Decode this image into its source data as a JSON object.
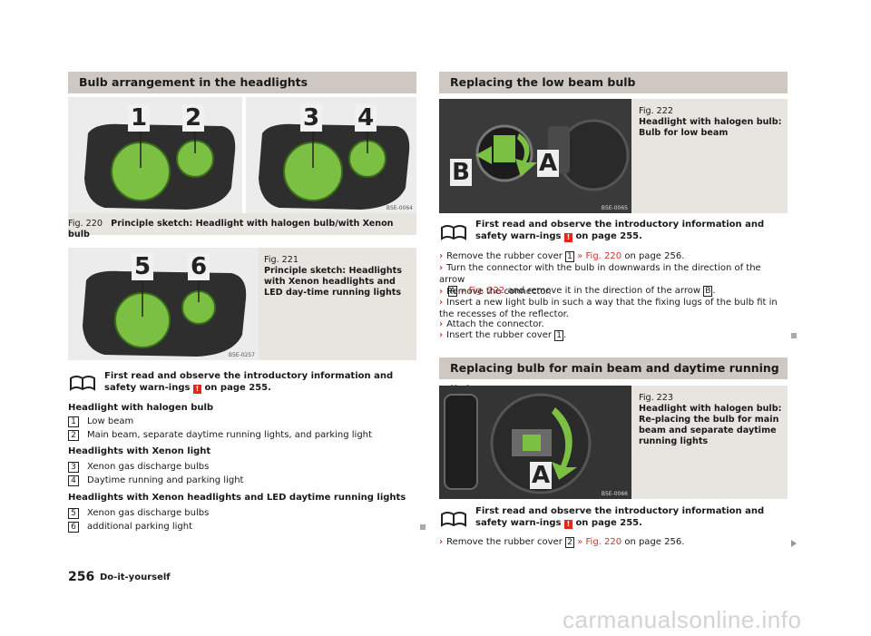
{
  "left": {
    "section_title": "Bulb arrangement in the headlights",
    "fig220": {
      "label": "Fig. 220",
      "caption": "Principle sketch: Headlight with halogen bulb/with Xenon bulb",
      "code": "B5E-0064",
      "callouts": [
        "1",
        "2",
        "3",
        "4"
      ]
    },
    "fig221": {
      "label": "Fig. 221",
      "caption": "Principle sketch: Headlights with Xenon headlights and LED day-time running lights",
      "code": "B5E-0257",
      "callouts": [
        "5",
        "6"
      ]
    },
    "warning_text": "First read and observe the introductory information and safety warn-ings",
    "warning_page": "on page 255.",
    "groups": [
      {
        "heading": "Headlight with halogen bulb",
        "items": [
          {
            "n": "1",
            "t": "Low beam"
          },
          {
            "n": "2",
            "t": "Main beam, separate daytime running lights, and parking light"
          }
        ]
      },
      {
        "heading": "Headlights with Xenon light",
        "items": [
          {
            "n": "3",
            "t": "Xenon gas discharge bulbs"
          },
          {
            "n": "4",
            "t": "Daytime running and parking light"
          }
        ]
      },
      {
        "heading": "Headlights with Xenon headlights and LED daytime running lights",
        "items": [
          {
            "n": "5",
            "t": "Xenon gas discharge bulbs"
          },
          {
            "n": "6",
            "t": "additional parking light"
          }
        ]
      }
    ]
  },
  "right": {
    "section1_title": "Replacing the low beam bulb",
    "fig222": {
      "label": "Fig. 222",
      "caption": "Headlight with halogen bulb: Bulb for low beam",
      "code": "B5E-0065",
      "callouts": [
        "B",
        "A"
      ]
    },
    "warning_text": "First read and observe the introductory information and safety warn-ings",
    "warning_page": "on page 255.",
    "steps1": [
      {
        "pre": "Remove the rubber cover",
        "box": "1",
        "link": "» Fig. 220",
        "post": "on page 256."
      },
      {
        "pre": "Turn the connector with the bulb in downwards in the direction of the arrow",
        "box": "A",
        "link": "» Fig. 222",
        "post": "and remove it in the direction of the arrow",
        "box2": "B",
        "end": "."
      },
      {
        "pre": "Remove the connector."
      },
      {
        "pre": "Insert a new light bulb in such a way that the fixing lugs of the bulb fit in the recesses of the reflector."
      },
      {
        "pre": "Attach the connector."
      },
      {
        "pre": "Insert the rubber cover",
        "box": "1",
        "end": "."
      }
    ],
    "section2_title": "Replacing bulb for main beam and daytime running lights",
    "fig223": {
      "label": "Fig. 223",
      "caption": "Headlight with halogen bulb: Re-placing the bulb for main beam and separate daytime running lights",
      "code": "B5E-0066",
      "callouts": [
        "A"
      ]
    },
    "warning2_text": "First read and observe the introductory information and safety warn-ings",
    "warning2_page": "on page 255.",
    "steps2": [
      {
        "pre": "Remove the rubber cover",
        "box": "2",
        "link": "» Fig. 220",
        "post": "on page 256."
      }
    ]
  },
  "footer": {
    "page_number": "256",
    "chapter": "Do-it-yourself"
  },
  "watermark": "carmanualsonline.info",
  "colors": {
    "header_bg": "#cfc8c2",
    "figure_bg": "#e8e5e1",
    "link": "#c0392b",
    "warning": "#e2261a",
    "bulb_green": "#7cc043"
  }
}
